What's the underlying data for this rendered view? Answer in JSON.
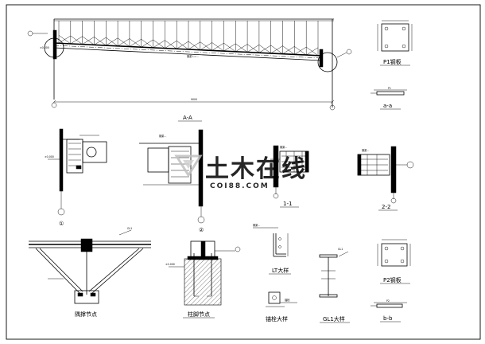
{
  "sheet": {
    "view_aa": "A-A",
    "detail_1": "①",
    "detail_2": "②",
    "section_11": "1-1",
    "section_22": "2-2",
    "p1_title": "P1钢板",
    "aa_small": "a-a",
    "p2_title": "P2钢板",
    "bb_small": "b-b",
    "bracing_title": "隅撑节点",
    "base_title": "柱脚节点",
    "lt_title": "LT大样",
    "anchor_title": "锚栓大样",
    "gl1_title": "GL1大样",
    "axis_marks": [
      "1",
      "2"
    ]
  },
  "watermark": {
    "brand": "土木在线",
    "site": "COI88.COM"
  },
  "colors": {
    "ink": "#000000",
    "paper": "#ffffff",
    "watermark": "#bdbdbd"
  }
}
